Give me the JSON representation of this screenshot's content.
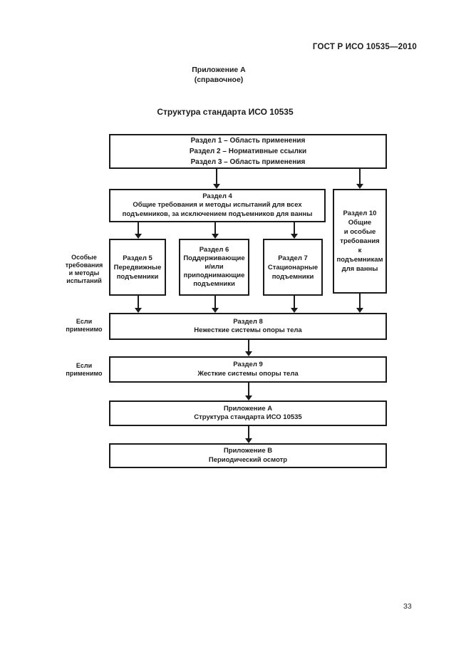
{
  "page": {
    "header": "ГОСТ Р ИСО 10535—2010",
    "annex_heading": [
      "Приложение А",
      "(справочное)"
    ],
    "title": "Структура стандарта ИСО 10535",
    "page_number": "33"
  },
  "diagram": {
    "box_sections_1_3": [
      "Раздел 1 – Область применения",
      "Раздел 2 – Нормативные ссылки",
      "Раздел 3 – Область применения"
    ],
    "box_section_4": [
      "Раздел 4",
      "Общие требования и методы испытаний для всех",
      "подъемников, за исключением подъемников для ванны"
    ],
    "box_section_10": [
      "Раздел 10",
      "Общие",
      "и особые",
      "требования",
      "к подъемникам",
      "для ванны"
    ],
    "box_section_5": [
      "Раздел 5",
      "Передвижные",
      "подъемники"
    ],
    "box_section_6": [
      "Раздел 6",
      "Поддерживающие",
      "и/или",
      "приподнимающие",
      "подъемники"
    ],
    "box_section_7": [
      "Раздел 7",
      "Стационарные",
      "подъемники"
    ],
    "box_section_8": [
      "Раздел 8",
      "Нежесткие системы опоры тела"
    ],
    "box_section_9": [
      "Раздел 9",
      "Жесткие системы опоры тела"
    ],
    "box_annex_a": [
      "Приложение А",
      "Структура стандарта ИСО 10535"
    ],
    "box_annex_b": [
      "Приложение В",
      "Периодический осмотр"
    ],
    "label_special_requirements": [
      "Особые",
      "требования",
      "и методы",
      "испытаний"
    ],
    "label_if_applicable_1": [
      "Если",
      "применимо"
    ],
    "label_if_applicable_2": [
      "Если",
      "применимо"
    ]
  }
}
